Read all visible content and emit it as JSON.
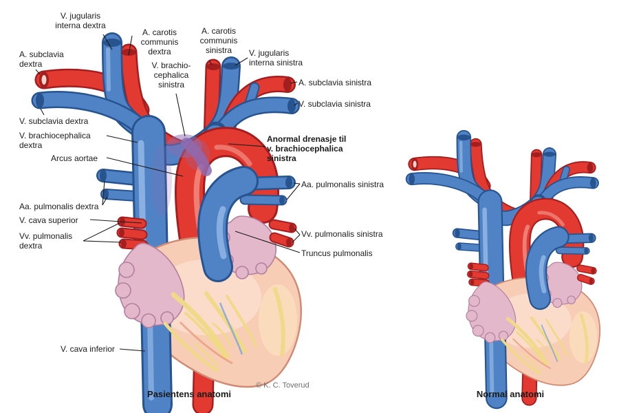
{
  "illustration": {
    "patient_caption": "Pasientens anatomi",
    "normal_caption": "Normal anatomi",
    "credit": "© K. C. Toverud"
  },
  "labels": {
    "v_jugularis_interna_dextra": "V. jugularis\ninterna dextra",
    "a_subclavia_dextra": "A. subclavia\ndextra",
    "a_carotis_communis_dextra": "A. carotis\ncommunis\ndextra",
    "a_carotis_communis_sinistra": "A. carotis\ncommunis\nsinistra",
    "v_brachiocephalica_sinistra": "V. brachio-\ncephalica\nsinistra",
    "v_jugularis_interna_sinistra": "V. jugularis\ninterna sinistra",
    "a_subclavia_sinistra": "A. subclavia sinistra",
    "v_subclavia_sinistra": "V. subclavia sinistra",
    "v_subclavia_dextra": "V. subclavia dextra",
    "v_brachiocephalica_dextra": "V. brachiocephalica\ndextra",
    "arcus_aortae": "Arcus aortae",
    "anormal_drenasje": "Anormal drenasje til\nv. brachiocephalica\nsinistra",
    "aa_pulmonalis_sinistra": "Aa. pulmonalis sinistra",
    "aa_pulmonalis_dextra": "Aa. pulmonalis dextra",
    "v_cava_superior": "V. cava superior",
    "vv_pulmonalis_dextra": "Vv. pulmonalis\ndextra",
    "vv_pulmonalis_sinistra": "Vv. pulmonalis sinistra",
    "truncus_pulmonalis": "Truncus pulmonalis",
    "v_cava_inferior": "V. cava inferior"
  },
  "colors": {
    "artery": "#e23a30",
    "artery_dark": "#a31e1f",
    "artery_light": "#f29086",
    "vein": "#4f83c5",
    "vein_dark": "#27538e",
    "vein_light": "#94b9e6",
    "heart": "#f8cdb6",
    "heart_edge": "#cf8b74",
    "heart_light": "#fde9da",
    "heart_pale": "#fbe3c0",
    "appendage": "#e3b8ca",
    "appendage_edge": "#b27e9e",
    "fat": "#f1d98a",
    "anomaly": "#8e6bb0",
    "leader": "#1a1a1a",
    "label_text": "#1a1a1a",
    "credit_text": "#6e6e6e",
    "background": "#ffffff"
  }
}
